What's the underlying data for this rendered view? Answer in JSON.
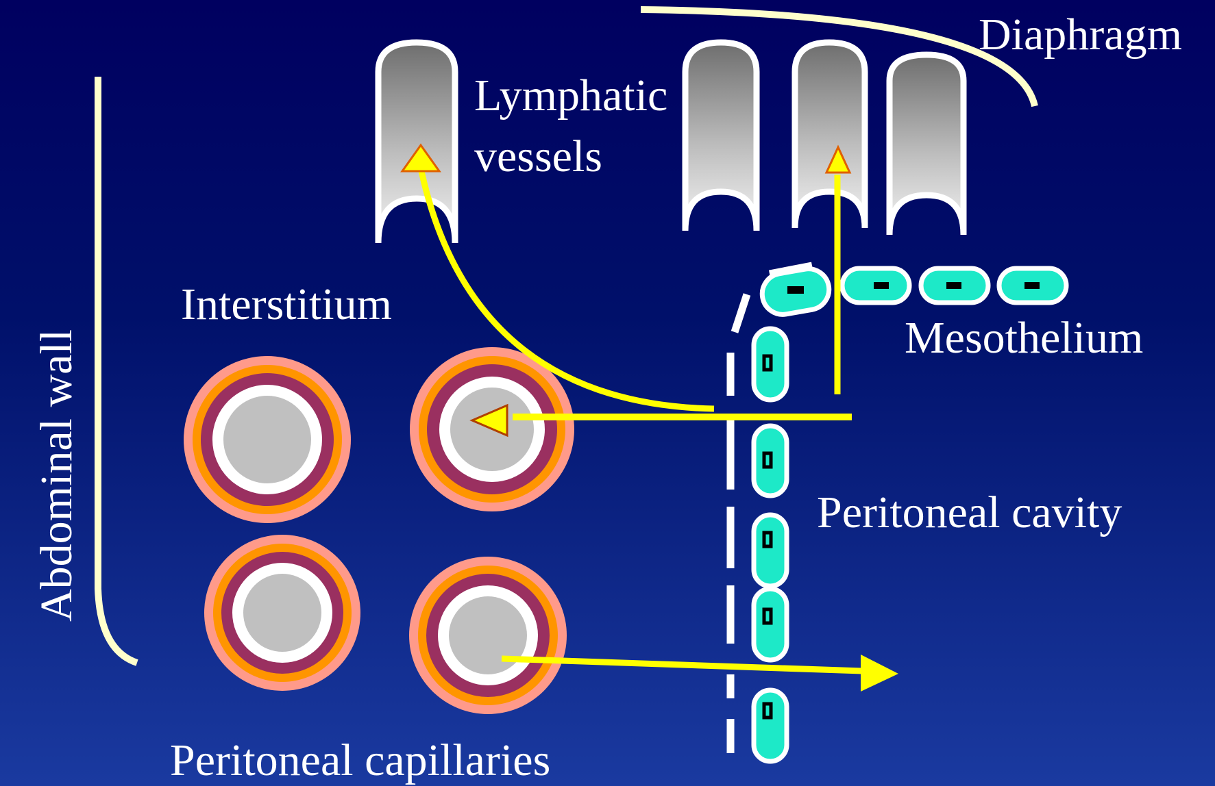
{
  "labels": {
    "diaphragm": "Diaphragm",
    "lymphatic_line1": "Lymphatic",
    "lymphatic_line2": "vessels",
    "interstitium": "Interstitium",
    "mesothelium": "Mesothelium",
    "peritoneal_cavity": "Peritoneal cavity",
    "peritoneal_capillaries": "Peritoneal capillaries",
    "abdominal_wall": "Abdominal wall"
  },
  "colors": {
    "background_top": "#000060",
    "background_bottom": "#1a3aa0",
    "text": "#ffffff",
    "arrow": "#ffff00",
    "boundary_line": "#ffffcc",
    "mesothelial_cell": "#1de9c8",
    "capillary_outer": "#ff9a8a",
    "capillary_orange": "#ff9500",
    "capillary_purple": "#9a3060",
    "capillary_lumen": "#c0c0c0"
  },
  "icons": {
    "flow_arrow": "arrow-head-icon",
    "capillary": "capillary-cross-section-icon",
    "lymphatic": "lymphatic-vessel-icon",
    "cell": "mesothelial-cell-icon"
  }
}
